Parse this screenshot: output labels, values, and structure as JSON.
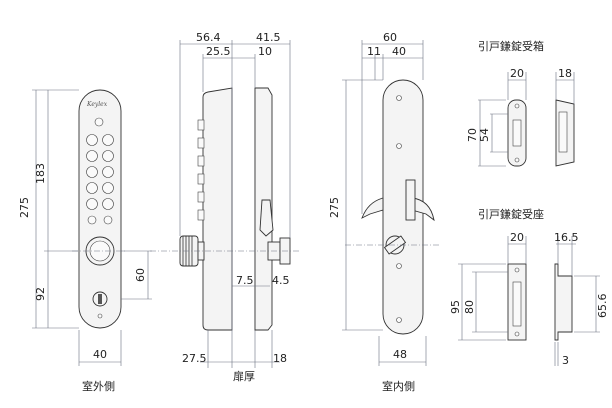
{
  "views": {
    "exterior": {
      "brand": "Keylex",
      "dims": {
        "total_height": "275",
        "upper_height": "183",
        "lower_height": "92",
        "handle_offset": "60",
        "width": "40"
      },
      "label": "室外側"
    },
    "side": {
      "dims": {
        "top_a": "56.4",
        "top_b": "25.5",
        "top_c": "41.5",
        "top_d": "10",
        "spindle_a": "7.5",
        "spindle_b": "4.5",
        "bottom_a": "27.5",
        "bottom_b": "18"
      },
      "label": "扉厚"
    },
    "interior": {
      "dims": {
        "total_height": "275",
        "width": "60",
        "top_a": "11",
        "top_b": "40",
        "bottom_width": "48"
      },
      "label": "室内側"
    },
    "strike_box": {
      "title": "引戸鎌錠受箱",
      "dims": {
        "width": "20",
        "depth": "18",
        "height_outer": "70",
        "height_inner": "54"
      }
    },
    "strike_plate": {
      "title": "引戸鎌錠受座",
      "dims": {
        "width": "20",
        "depth": "16.5",
        "height_outer": "95",
        "height_inner": "80",
        "side_height": "65.6",
        "thickness": "3"
      }
    }
  }
}
